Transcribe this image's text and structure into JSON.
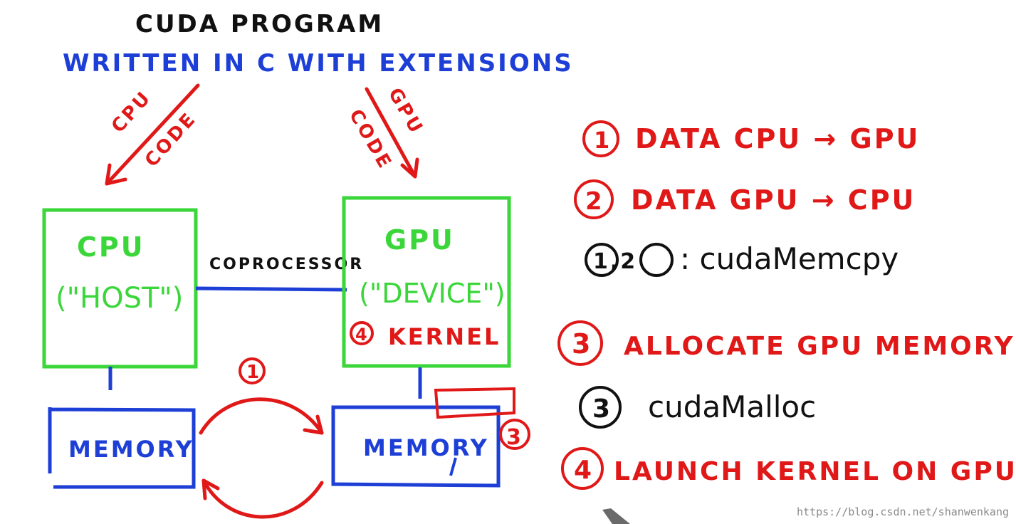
{
  "title": "CUDA PROGRAM",
  "subtitle": "WRITTEN IN C WITH EXTENSIONS",
  "arrows": {
    "cpu_code_top": "CPU",
    "cpu_code_bottom": "CODE",
    "gpu_code_top": "GPU",
    "gpu_code_bottom": "CODE"
  },
  "host_box": {
    "line1": "CPU",
    "line2": "(\"HOST\")"
  },
  "device_box": {
    "line1": "GPU",
    "line2": "(\"DEVICE\")",
    "kernel_num": "4",
    "kernel_label": "KERNEL"
  },
  "link_label": "COPROCESSOR",
  "memory_left": "MEMORY",
  "memory_right": "MEMORY",
  "transfer_num": "1",
  "alloc_num": "3",
  "steps": [
    {
      "num": "1",
      "text": "DATA CPU → GPU"
    },
    {
      "num": "2",
      "text": "DATA GPU → CPU"
    },
    {
      "num": "1,2",
      "text": ": cudaMemcpy"
    },
    {
      "num": "3",
      "text": "ALLOCATE GPU MEMORY"
    },
    {
      "num": "3",
      "text": "cudaMalloc"
    },
    {
      "num": "4",
      "text": "LAUNCH KERNEL ON GPU"
    }
  ],
  "watermark": "https://blog.csdn.net/shanwenkang",
  "colors": {
    "black": "#111111",
    "blue": "#1d3fd6",
    "red": "#e01818",
    "green": "#3ad63a"
  }
}
